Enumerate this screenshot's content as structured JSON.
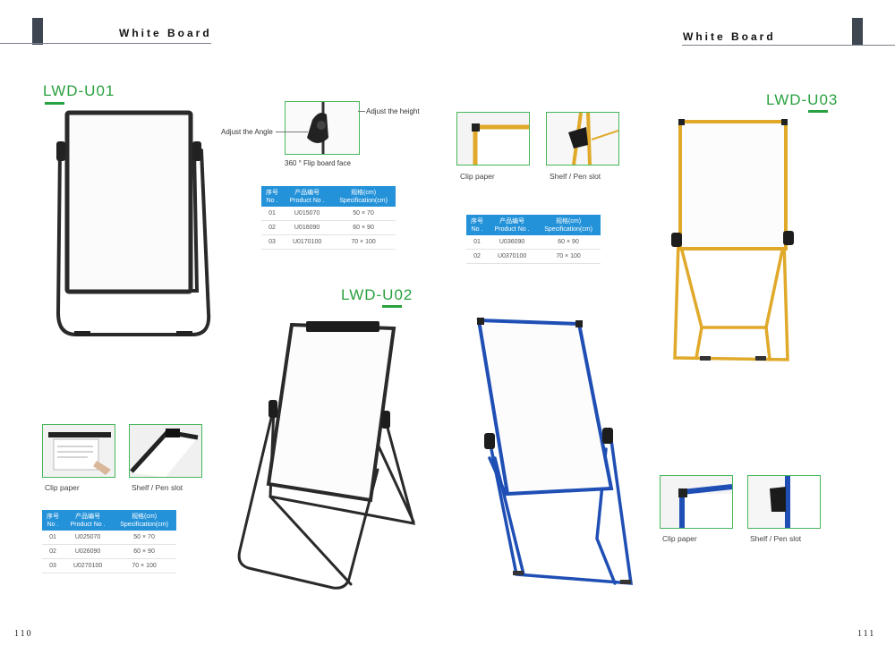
{
  "left_page": {
    "header_title": "White Board",
    "page_number": "110"
  },
  "right_page": {
    "header_title": "White Board",
    "page_number": "111"
  },
  "u01": {
    "model": "LWD-U01",
    "callouts": {
      "adjust_height": "Adjust the height",
      "adjust_angle": "Adjust the Angle",
      "flip_face": "360 ° Flip board face"
    },
    "table": {
      "headers": [
        {
          "cn": "序号",
          "en": "No ."
        },
        {
          "cn": "产品编号",
          "en": "Product No ."
        },
        {
          "cn": "规格(cm)",
          "en": "Specification(cm)"
        }
      ],
      "rows": [
        {
          "no": "01",
          "product": "U015070",
          "spec": "50 × 70"
        },
        {
          "no": "02",
          "product": "U016090",
          "spec": "60 × 90"
        },
        {
          "no": "03",
          "product": "U0170100",
          "spec": "70 × 100"
        }
      ]
    }
  },
  "u02": {
    "model": "LWD-U02",
    "clip_caption": "Clip paper",
    "shelf_caption": "Shelf / Pen slot",
    "table": {
      "headers": [
        {
          "cn": "序号",
          "en": "No ."
        },
        {
          "cn": "产品编号",
          "en": "Product No ."
        },
        {
          "cn": "规格(cm)",
          "en": "Specification(cm)"
        }
      ],
      "rows": [
        {
          "no": "01",
          "product": "U025070",
          "spec": "50 × 70"
        },
        {
          "no": "02",
          "product": "U026090",
          "spec": "60 × 90"
        },
        {
          "no": "03",
          "product": "U0270100",
          "spec": "70 × 100"
        }
      ]
    }
  },
  "u03": {
    "model": "LWD-U03",
    "clip_caption": "Clip paper",
    "shelf_caption": "Shelf / Pen slot",
    "table": {
      "headers": [
        {
          "cn": "序号",
          "en": "No ."
        },
        {
          "cn": "产品编号",
          "en": "Product No ."
        },
        {
          "cn": "规格(cm)",
          "en": "Specification(cm)"
        }
      ],
      "rows": [
        {
          "no": "01",
          "product": "U036090",
          "spec": "60 × 90"
        },
        {
          "no": "02",
          "product": "U0370100",
          "spec": "70 × 100"
        }
      ]
    }
  },
  "blue_board": {
    "clip_caption": "Clip paper",
    "shelf_caption": "Shelf / Pen slot"
  },
  "colors": {
    "accent_green": "#2aa140",
    "table_header_blue": "#2492d9",
    "frame_black": "#2a2a2a",
    "frame_blue": "#1f4fb5",
    "frame_gold": "#e0a92a"
  }
}
